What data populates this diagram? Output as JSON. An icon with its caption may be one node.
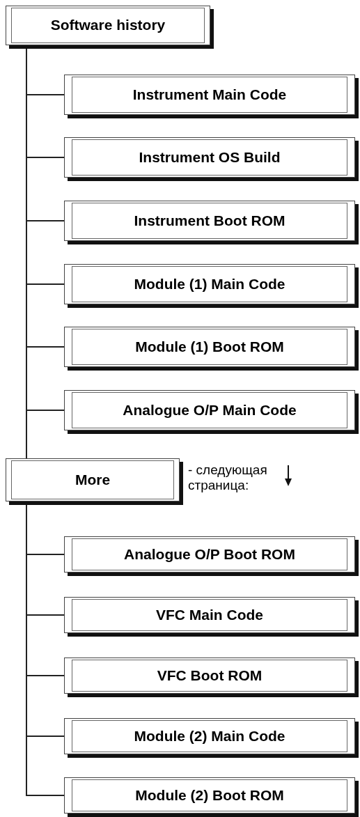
{
  "diagram": {
    "nodes": [
      {
        "text": [
          "Software history"
        ]
      },
      {
        "text": [
          "Instrument Main Code"
        ]
      },
      {
        "text": [
          "Instrument OS Build"
        ]
      },
      {
        "text": [
          "Instrument Boot ROM"
        ]
      },
      {
        "text": [
          "Module (1) Main Code"
        ]
      },
      {
        "text": [
          "Module (1) Boot ROM"
        ]
      },
      {
        "text": [
          "Analogue O/P Main Code"
        ]
      },
      {
        "text": [
          "More"
        ],
        "beside": [
          "- следующая страница:"
        ]
      },
      {
        "text": [
          "Analogue O/P Boot ROM"
        ]
      },
      {
        "text": [
          "VFC Main Code"
        ]
      },
      {
        "text": [
          "VFC Boot ROM"
        ]
      },
      {
        "text": [
          "Module (2) Main Code"
        ]
      },
      {
        "text": [
          "Module (2) Boot ROM"
        ]
      }
    ],
    "edges": [
      {
        "from": 0,
        "to": 1,
        "arrow": "none"
      },
      {
        "from": 0,
        "to": 2,
        "arrow": "none"
      },
      {
        "from": 0,
        "to": 3,
        "arrow": "none"
      },
      {
        "from": 0,
        "to": 4,
        "arrow": "none"
      },
      {
        "from": 0,
        "to": 5,
        "arrow": "none"
      },
      {
        "from": 0,
        "to": 6,
        "arrow": "none"
      },
      {
        "from": 0,
        "to": 7,
        "arrow": "none"
      },
      {
        "from": 7,
        "to": 8,
        "arrow": "none"
      },
      {
        "from": 7,
        "to": 9,
        "arrow": "none"
      },
      {
        "from": 7,
        "to": 10,
        "arrow": "none"
      },
      {
        "from": 7,
        "to": 11,
        "arrow": "none"
      },
      {
        "from": 7,
        "to": 12,
        "arrow": "none"
      }
    ]
  }
}
